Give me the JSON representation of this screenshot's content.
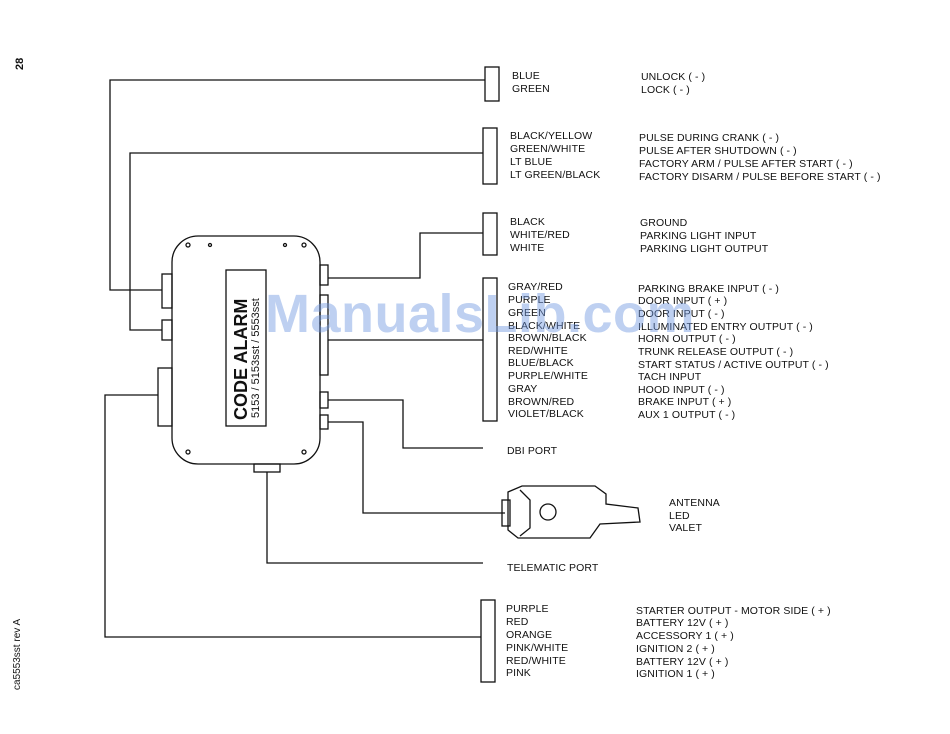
{
  "page": {
    "number": "28",
    "revision": "ca5553sst rev A",
    "watermark": "ManualsLib.com"
  },
  "module": {
    "brand": "CODE ALARM",
    "model": "5153 / 5153sst / 5553sst"
  },
  "connectors": [
    {
      "id": "c1",
      "wires": [
        {
          "color": "BLUE",
          "function": "UNLOCK ( - )"
        },
        {
          "color": "GREEN",
          "function": "LOCK ( - )"
        }
      ]
    },
    {
      "id": "c2",
      "wires": [
        {
          "color": "BLACK/YELLOW",
          "function": "PULSE DURING CRANK ( - )"
        },
        {
          "color": "GREEN/WHITE",
          "function": "PULSE AFTER SHUTDOWN ( - )"
        },
        {
          "color": "LT BLUE",
          "function": "FACTORY ARM / PULSE AFTER START ( - )"
        },
        {
          "color": "LT GREEN/BLACK",
          "function": "FACTORY DISARM / PULSE BEFORE START ( - )"
        }
      ]
    },
    {
      "id": "c3",
      "wires": [
        {
          "color": "BLACK",
          "function": "GROUND"
        },
        {
          "color": "WHITE/RED",
          "function": "PARKING LIGHT INPUT"
        },
        {
          "color": "WHITE",
          "function": "PARKING LIGHT OUTPUT"
        }
      ]
    },
    {
      "id": "c4",
      "wires": [
        {
          "color": "GRAY/RED",
          "function": "PARKING BRAKE INPUT ( - )"
        },
        {
          "color": "PURPLE",
          "function": "DOOR INPUT ( + )"
        },
        {
          "color": "GREEN",
          "function": "DOOR INPUT ( - )"
        },
        {
          "color": "BLACK/WHITE",
          "function": "ILLUMINATED ENTRY OUTPUT ( - )"
        },
        {
          "color": "BROWN/BLACK",
          "function": "HORN OUTPUT ( - )"
        },
        {
          "color": "RED/WHITE",
          "function": "TRUNK RELEASE OUTPUT ( - )"
        },
        {
          "color": "BLUE/BLACK",
          "function": "START STATUS / ACTIVE OUTPUT ( - )"
        },
        {
          "color": "PURPLE/WHITE",
          "function": "TACH INPUT"
        },
        {
          "color": "GRAY",
          "function": "HOOD INPUT ( - )"
        },
        {
          "color": "BROWN/RED",
          "function": "BRAKE INPUT ( + )"
        },
        {
          "color": "VIOLET/BLACK",
          "function": "AUX 1 OUTPUT ( - )"
        }
      ]
    },
    {
      "id": "c5",
      "wires": [
        {
          "color": "PURPLE",
          "function": "STARTER OUTPUT - MOTOR SIDE ( + )"
        },
        {
          "color": "RED",
          "function": "BATTERY 12V ( + )"
        },
        {
          "color": "ORANGE",
          "function": "ACCESSORY 1 ( + )"
        },
        {
          "color": "PINK/WHITE",
          "function": "IGNITION 2 ( + )"
        },
        {
          "color": "RED/WHITE",
          "function": "BATTERY 12V ( + )"
        },
        {
          "color": "PINK",
          "function": "IGNITION 1 ( + )"
        }
      ]
    }
  ],
  "ports": {
    "dbi": "DBI PORT",
    "telematic": "TELEMATIC PORT"
  },
  "antenna": {
    "labels": [
      "ANTENNA",
      "LED",
      "VALET"
    ]
  }
}
